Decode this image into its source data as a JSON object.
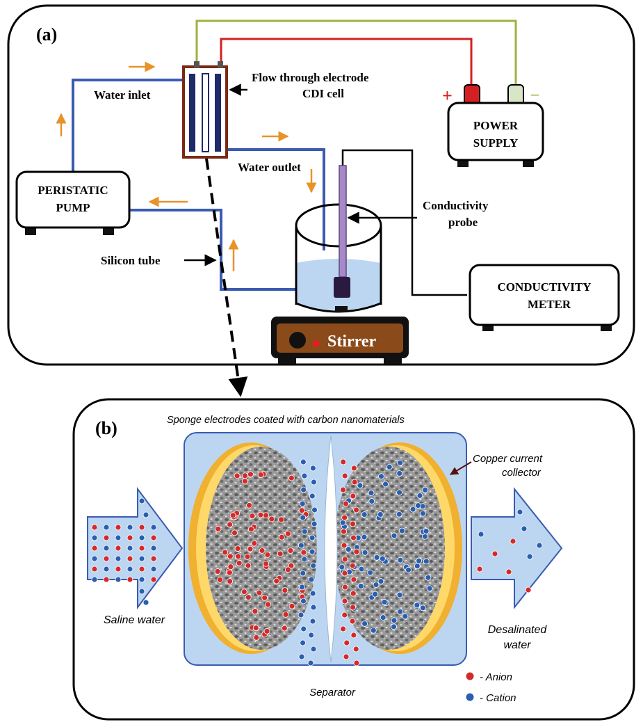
{
  "panel_a": {
    "label": "(a)",
    "cell_label_line1": "Flow through electrode",
    "cell_label_line2": "CDI cell",
    "water_inlet": "Water inlet",
    "water_outlet": "Water outlet",
    "pump_line1": "PERISTATIC",
    "pump_line2": "PUMP",
    "power_line1": "POWER",
    "power_line2": "SUPPLY",
    "plus": "+",
    "minus": "–",
    "probe_line1": "Conductivity",
    "probe_line2": "probe",
    "meter_line1": "CONDUCTIVITY",
    "meter_line2": "METER",
    "silicon_tube": "Silicon tube",
    "stirrer": "Stirrer"
  },
  "panel_b": {
    "label": "(b)",
    "title": "Sponge electrodes coated with carbon nanomaterials",
    "collector_line1": "Copper current",
    "collector_line2": "collector",
    "saline": "Saline water",
    "desal_line1": "Desalinated",
    "desal_line2": "water",
    "separator": "Separator",
    "legend": [
      {
        "text": "- Anion",
        "color": "#d42a2a"
      },
      {
        "text": "- Cation",
        "color": "#2a5fb0"
      }
    ]
  },
  "colors": {
    "tube": "#3a5bb0",
    "flow_arrow": "#e8922a",
    "red_wire": "#d42020",
    "green_wire": "#a0b040",
    "cell_frame": "#7a2a14",
    "stirrer_body": "#8a4a1a",
    "water": "#bcd6f2",
    "copper": "#f0b030",
    "anion": "#d42a2a",
    "cation": "#2a5fb0"
  }
}
